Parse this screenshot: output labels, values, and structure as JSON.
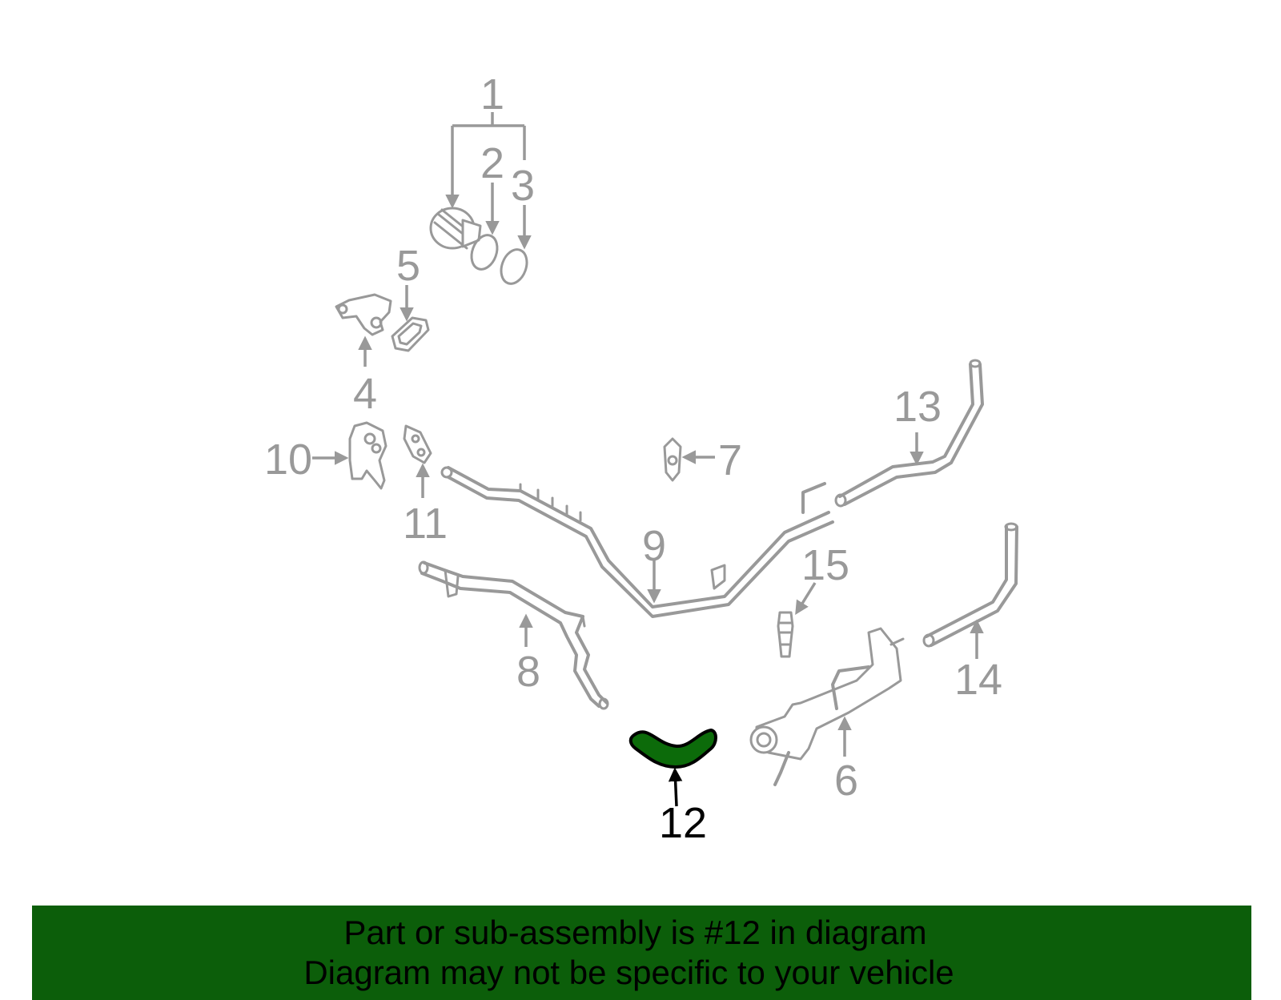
{
  "diagram": {
    "highlighted_part": "12",
    "callouts": [
      "1",
      "2",
      "3",
      "4",
      "5",
      "6",
      "7",
      "8",
      "9",
      "10",
      "11",
      "12",
      "13",
      "14",
      "15"
    ],
    "colors": {
      "highlight_fill": "#0c6b0a",
      "line_gray": "#999999",
      "banner_bg": "#0c5e0a",
      "label_gray": "#999999",
      "label_highlight": "#000000"
    }
  },
  "banner": {
    "line1": "Part or sub-assembly is #12 in diagram",
    "line2": "Diagram may not be specific to your vehicle"
  }
}
